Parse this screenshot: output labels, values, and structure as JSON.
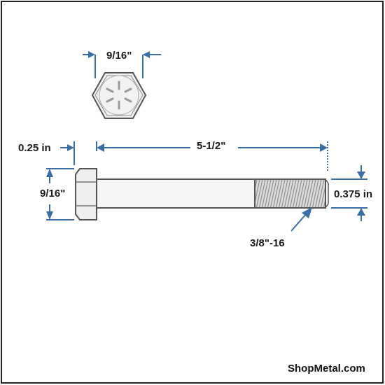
{
  "dimensions": {
    "head_width": "9/16\"",
    "head_height": "0.25 in",
    "length": "5-1/2\"",
    "head_across": "9/16\"",
    "diameter": "0.375 in",
    "thread_spec": "3/8\"-16"
  },
  "brand": "ShopMetal.com",
  "colors": {
    "arrow": "#3a6ea5",
    "outline": "#555555",
    "frame": "#222222"
  }
}
